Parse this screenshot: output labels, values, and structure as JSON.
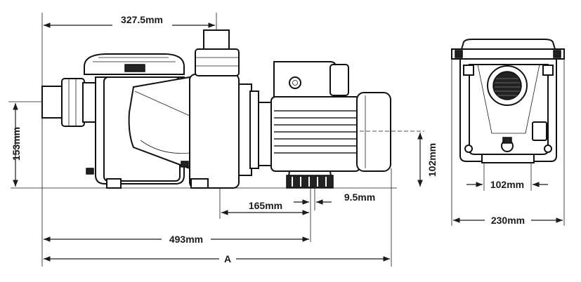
{
  "diagram": {
    "dimensions": {
      "top_width": "327.5mm",
      "height_side": "153mm",
      "motor_height": "102mm",
      "base_to_foot": "165mm",
      "foot_thickness": "9.5mm",
      "base_length": "493mm",
      "total_length": "A",
      "foot_spacing": "102mm",
      "overall_width": "230mm"
    }
  }
}
